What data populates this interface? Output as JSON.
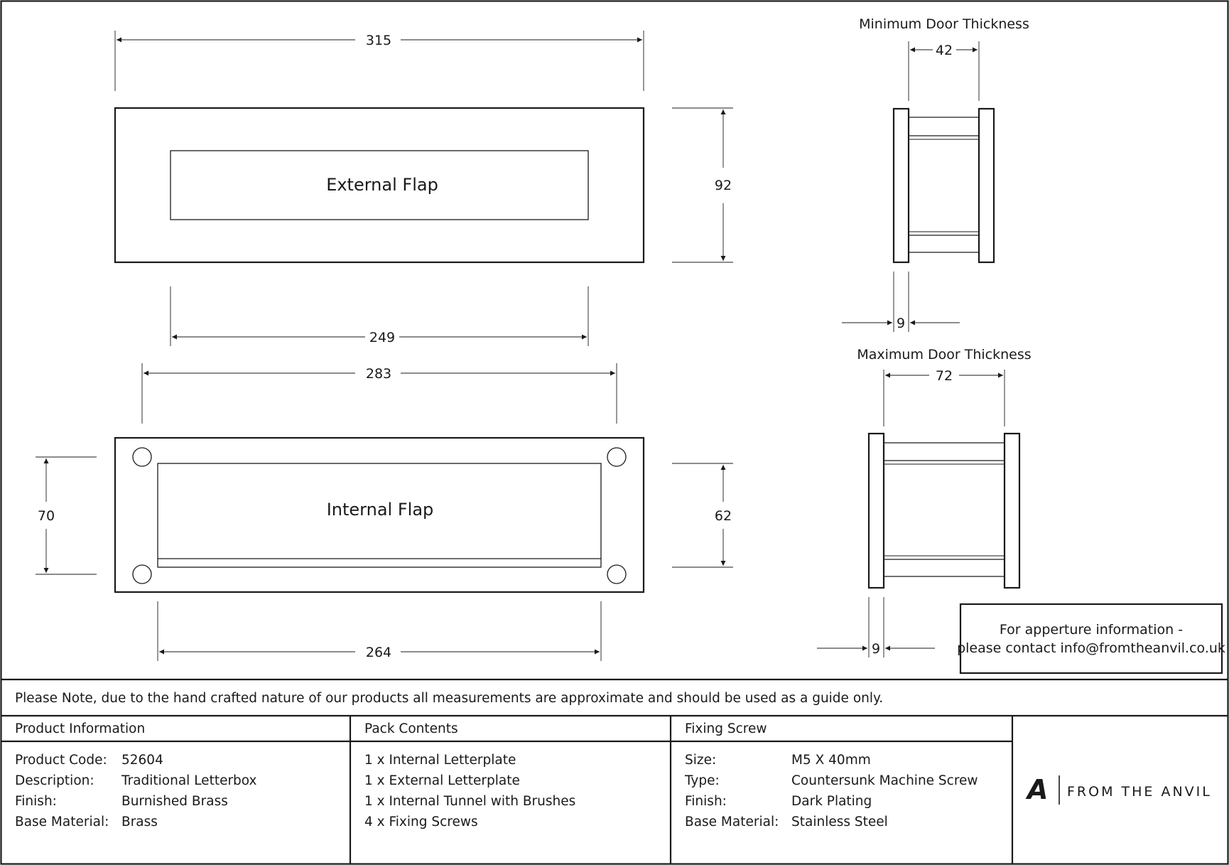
{
  "drawing": {
    "external_flap_label": "External Flap",
    "internal_flap_label": "Internal Flap",
    "dimensions": {
      "ext_width": "315",
      "ext_height": "92",
      "ext_flap_width": "249",
      "int_screw_spacing": "283",
      "int_height": "70",
      "int_flap_height": "62",
      "int_flap_width": "264"
    },
    "min_door": {
      "title": "Minimum Door Thickness",
      "thickness": "42",
      "plate": "9"
    },
    "max_door": {
      "title": "Maximum Door Thickness",
      "thickness": "72",
      "plate": "9"
    },
    "aperture_note": {
      "line1": "For apperture information -",
      "line2": "please contact info@fromtheanvil.co.uk"
    }
  },
  "note": "Please Note, due to the hand crafted nature of our products all measurements are approximate and should be used as a guide only.",
  "product_info": {
    "title": "Product Information",
    "rows": [
      {
        "label": "Product Code:",
        "value": "52604"
      },
      {
        "label": "Description:",
        "value": "Traditional Letterbox"
      },
      {
        "label": "Finish:",
        "value": "Burnished Brass"
      },
      {
        "label": "Base Material:",
        "value": "Brass"
      }
    ]
  },
  "pack_contents": {
    "title": "Pack Contents",
    "items": [
      "1 x Internal Letterplate",
      "1 x External Letterplate",
      "1 x Internal Tunnel with Brushes",
      "4 x Fixing Screws"
    ]
  },
  "fixing_screw": {
    "title": "Fixing Screw",
    "rows": [
      {
        "label": "Size:",
        "value": "M5 X 40mm"
      },
      {
        "label": "Type:",
        "value": "Countersunk Machine Screw"
      },
      {
        "label": "Finish:",
        "value": "Dark Plating"
      },
      {
        "label": "Base Material:",
        "value": "Stainless Steel"
      }
    ]
  },
  "brand": {
    "mark": "A",
    "name": "FROM THE ANVIL"
  }
}
